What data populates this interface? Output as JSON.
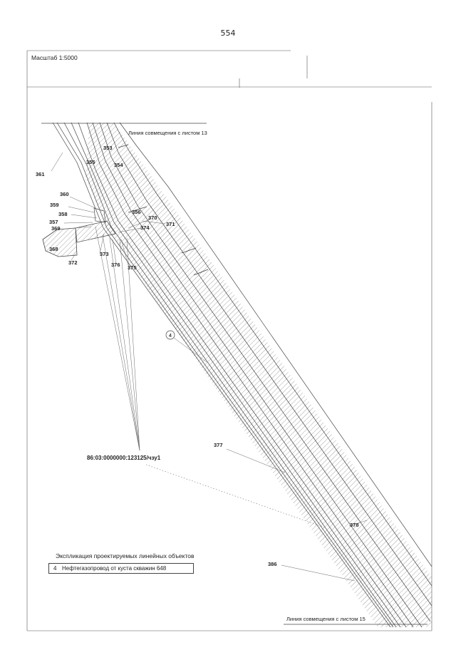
{
  "page_number": "554",
  "scale": "Масштаб 1:5000",
  "match_line_top": "Линия совмещения с листом 13",
  "match_line_bottom": "Линия совмещения с листом 15",
  "circled_label": "4",
  "cadastral_number": "86:03:0000000:123125/чзу1",
  "labels": {
    "l353": "353",
    "l354": "354",
    "l355": "355",
    "l356": "356",
    "l357": "357",
    "l358": "358",
    "l359": "359",
    "l360": "360",
    "l361": "361",
    "l368": "368",
    "l369": "369",
    "l370": "370",
    "l371": "371",
    "l372": "372",
    "l373": "373",
    "l374": "374",
    "l375": "375",
    "l376": "376",
    "l377": "377",
    "l378": "378",
    "l386": "386"
  },
  "legend": {
    "title": "Экспликация проектируемых линейных объектов",
    "items": [
      {
        "num": "4",
        "name": "Нефтегазопровод от куста скважин 648"
      }
    ]
  }
}
